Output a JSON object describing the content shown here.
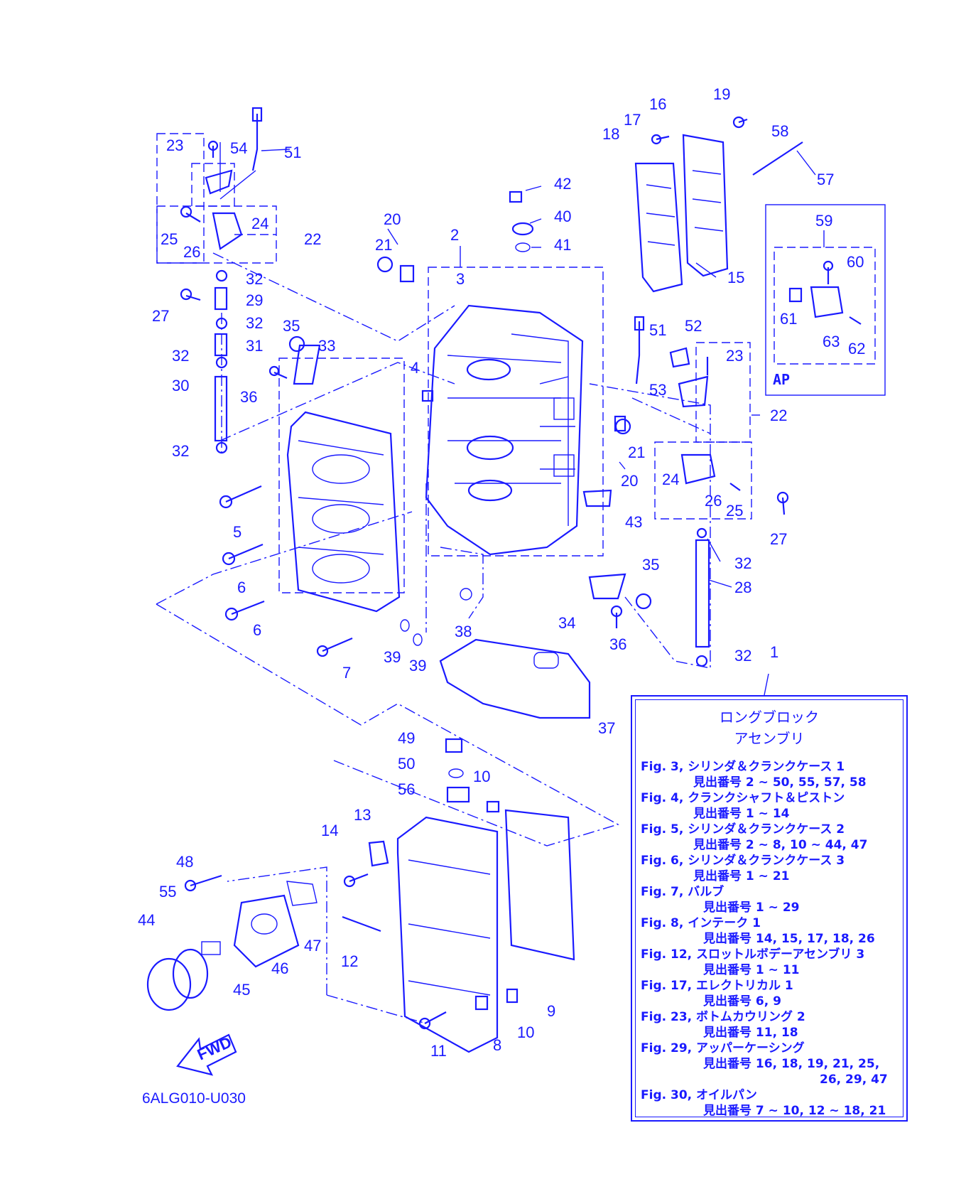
{
  "diagram_code": "6ALG010-U030",
  "fwd_label": "FWD",
  "ap_label": "AP",
  "part_numbers": {
    "p1": "1",
    "p2": "2",
    "p3": "3",
    "p4": "4",
    "p5": "5",
    "p6a": "6",
    "p6b": "6",
    "p7": "7",
    "p8": "8",
    "p9": "9",
    "p10a": "10",
    "p10b": "10",
    "p11": "11",
    "p12": "12",
    "p13": "13",
    "p14": "14",
    "p15": "15",
    "p16": "16",
    "p17": "17",
    "p18": "18",
    "p19": "19",
    "p20a": "20",
    "p20b": "20",
    "p21a": "21",
    "p21b": "21",
    "p22a": "22",
    "p22b": "22",
    "p23a": "23",
    "p23b": "23",
    "p24a": "24",
    "p24b": "24",
    "p25a": "25",
    "p25b": "25",
    "p26a": "26",
    "p26b": "26",
    "p27a": "27",
    "p27b": "27",
    "p28": "28",
    "p29": "29",
    "p30": "30",
    "p31": "31",
    "p32a": "32",
    "p32b": "32",
    "p32c": "32",
    "p32d": "32",
    "p32e": "32",
    "p32f": "32",
    "p33": "33",
    "p34": "34",
    "p35a": "35",
    "p35b": "35",
    "p36a": "36",
    "p36b": "36",
    "p37": "37",
    "p38": "38",
    "p39a": "39",
    "p39b": "39",
    "p40": "40",
    "p41": "41",
    "p42": "42",
    "p43": "43",
    "p44": "44",
    "p45": "45",
    "p46": "46",
    "p47": "47",
    "p48": "48",
    "p49": "49",
    "p50": "50",
    "p51a": "51",
    "p51b": "51",
    "p52": "52",
    "p53": "53",
    "p54": "54",
    "p55": "55",
    "p56": "56",
    "p57": "57",
    "p58": "58",
    "p59": "59",
    "p60": "60",
    "p61": "61",
    "p62": "62",
    "p63": "63"
  },
  "legend": {
    "title_line1": "ロングブロック",
    "title_line2": "アセンブリ",
    "entries": [
      {
        "head": "Fig. 3, シリンダ＆クランクケース 1",
        "sub": "見出番号 2 ~ 50, 55, 57, 58"
      },
      {
        "head": "Fig. 4, クランクシャフト＆ピストン",
        "sub": "見出番号 1 ~ 14"
      },
      {
        "head": "Fig. 5, シリンダ＆クランクケース 2",
        "sub": "見出番号 2 ~ 8, 10 ~ 44, 47"
      },
      {
        "head": "Fig. 6, シリンダ＆クランクケース 3",
        "sub": "見出番号 1 ~ 21"
      },
      {
        "head": "Fig. 7, バルブ",
        "sub": "見出番号 1 ~ 29"
      },
      {
        "head": "Fig. 8, インテーク 1",
        "sub": "見出番号 14, 15, 17, 18, 26"
      },
      {
        "head": "Fig. 12, スロットルボデーアセンブリ 3",
        "sub": "見出番号 1 ~ 11"
      },
      {
        "head": "Fig. 17, エレクトリカル 1",
        "sub": "見出番号 6, 9"
      },
      {
        "head": "Fig. 23, ボトムカウリング 2",
        "sub": "見出番号 11, 18"
      },
      {
        "head": "Fig. 29, アッパーケーシング",
        "sub": "見出番号 16, 18, 19, 21, 25,",
        "sub2": "26, 29, 47"
      },
      {
        "head": "Fig. 30, オイルパン",
        "sub": "見出番号 7 ~ 10, 12 ~ 18, 21"
      }
    ]
  }
}
